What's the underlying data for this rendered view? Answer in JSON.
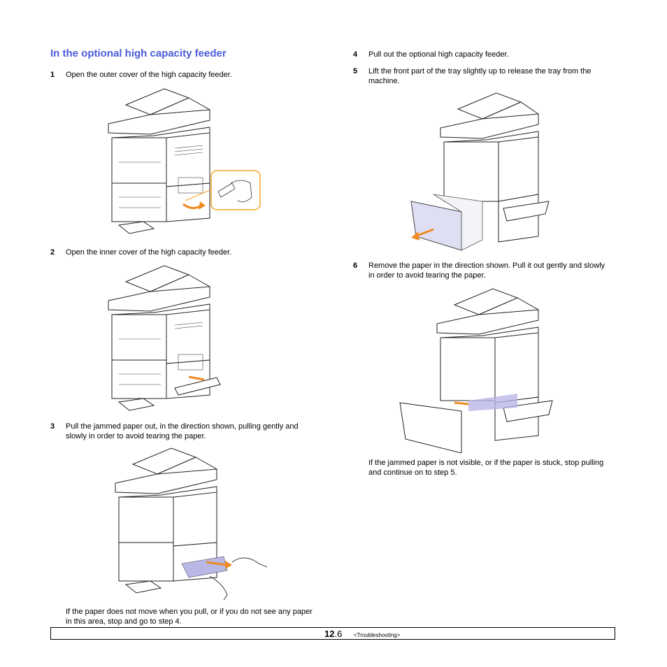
{
  "heading": "In the optional high capacity feeder",
  "steps": [
    {
      "num": "1",
      "text": "Open the outer cover of the high capacity feeder."
    },
    {
      "num": "2",
      "text": "Open the inner cover of the high capacity feeder."
    },
    {
      "num": "3",
      "text": "Pull the jammed paper out, in the direction shown, pulling gently and slowly in order to avoid tearing the paper."
    },
    {
      "num": "4",
      "text": "Pull out the optional high capacity feeder."
    },
    {
      "num": "5",
      "text": "Lift the front part of the tray slightly up to release the tray from the machine."
    },
    {
      "num": "6",
      "text": "Remove the paper in the direction shown. Pull it out gently and slowly in order to avoid tearing the paper."
    }
  ],
  "notes": {
    "left": "If the paper does not move when you pull, or if you do not see any paper in this area, stop and go to step 4.",
    "right": "If the jammed paper is not visible, or if the paper is stuck, stop pulling and continue on to step 5."
  },
  "footer": {
    "page_major": "12",
    "page_minor": ".6",
    "section": "<Troubleshooting>"
  },
  "colors": {
    "heading": "#4a5bd9",
    "arrow": "#f08a24",
    "callout": "#f5a623",
    "paper": "#b9b7e6"
  }
}
